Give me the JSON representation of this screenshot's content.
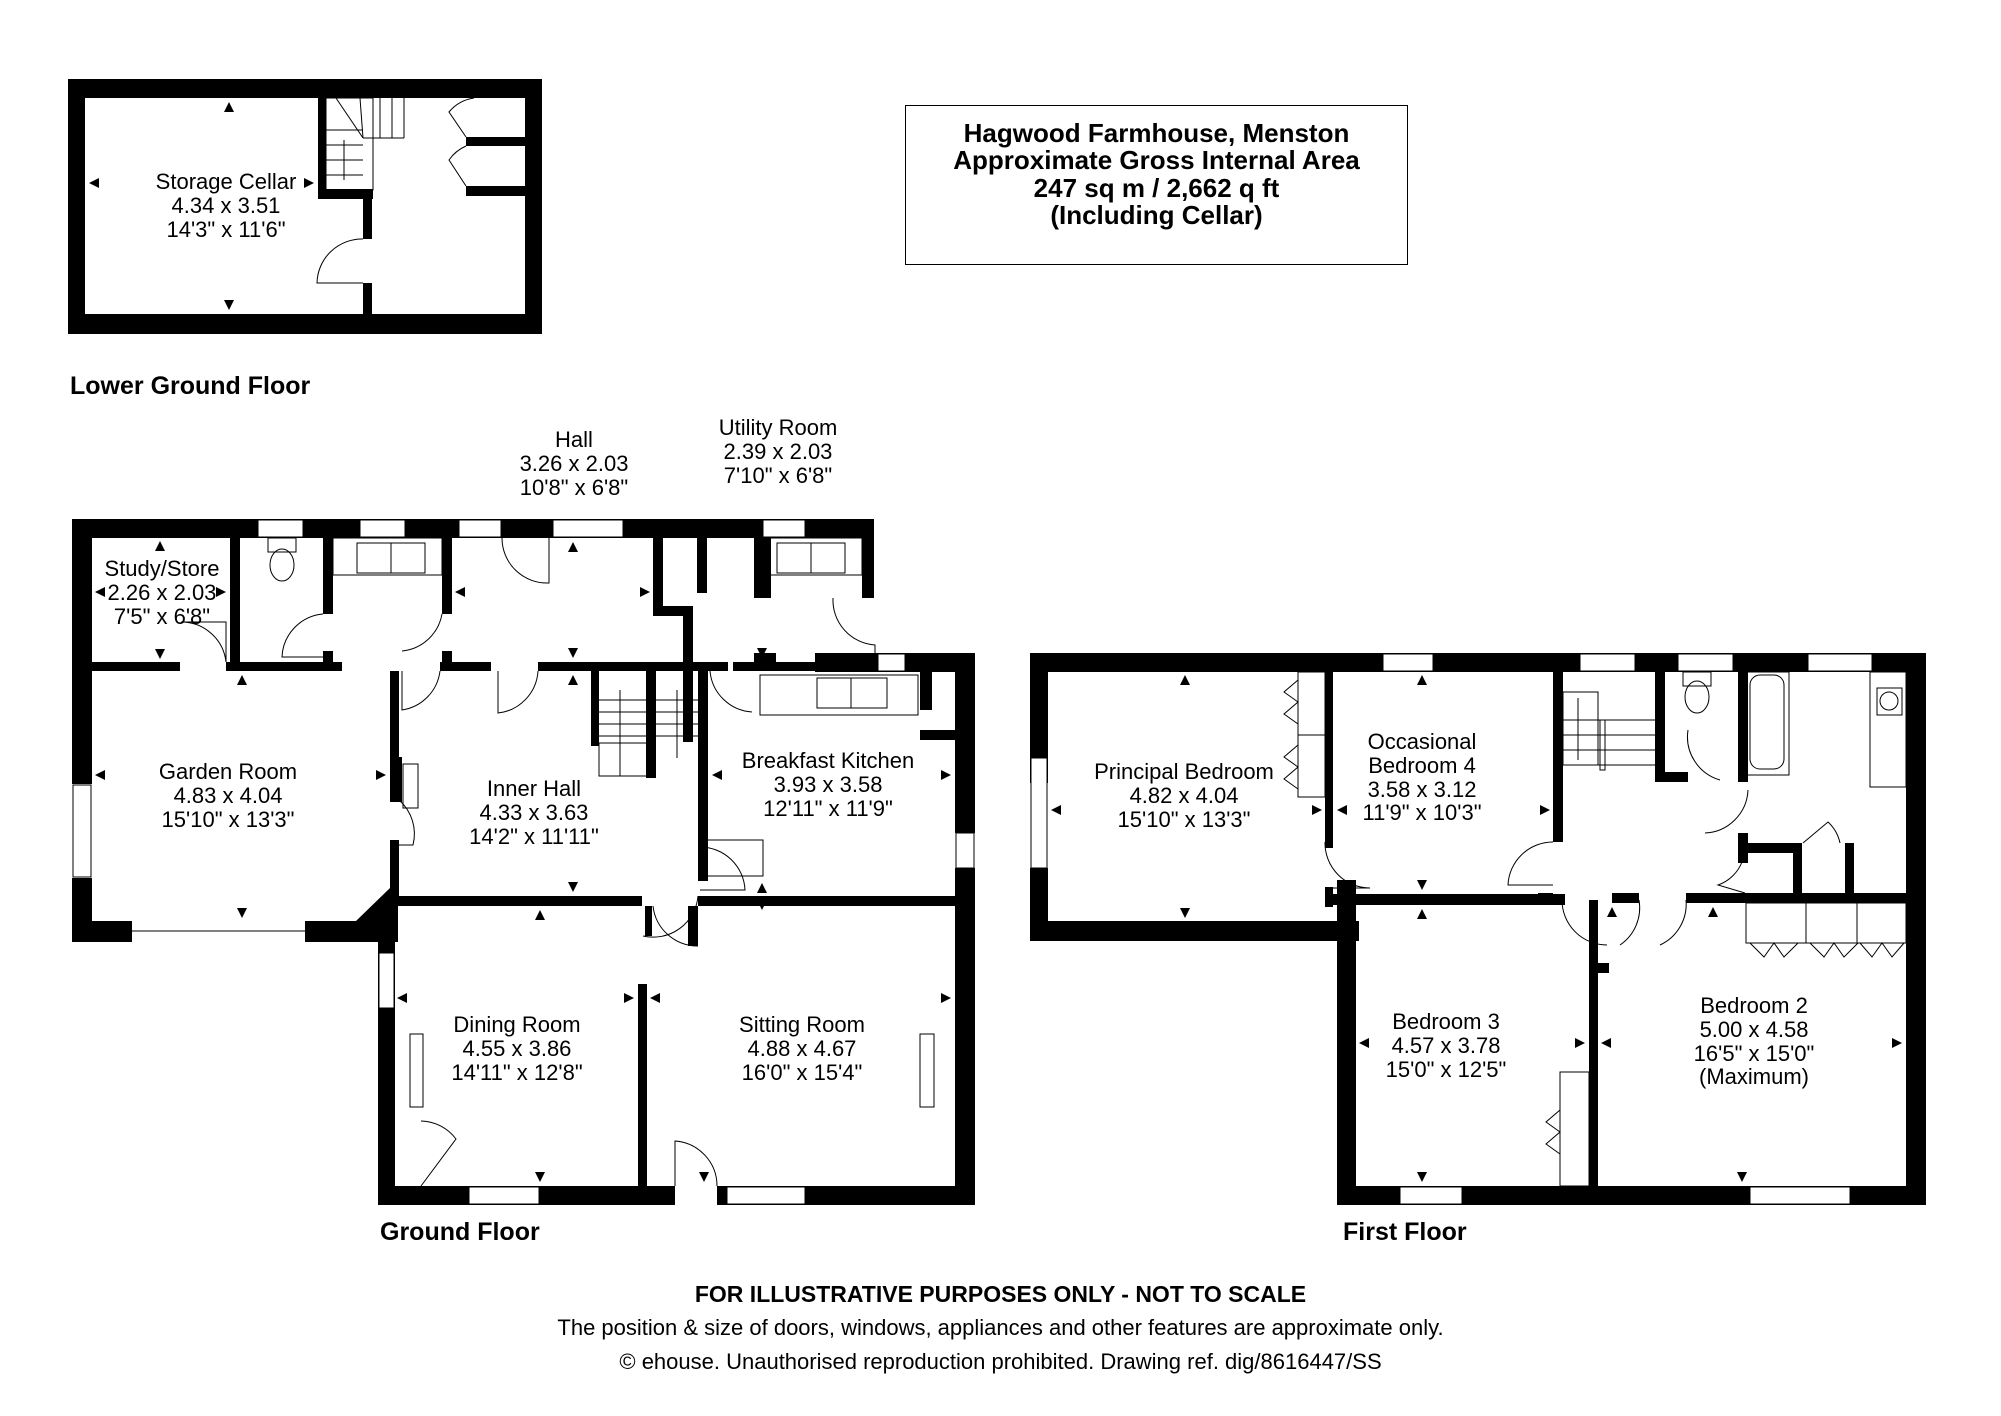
{
  "info": {
    "title": "Hagwood Farmhouse, Menston",
    "subtitle": "Approximate Gross Internal Area",
    "area": "247 sq m / 2,662 q ft",
    "note": "(Including Cellar)"
  },
  "floors": {
    "lower_ground": "Lower Ground Floor",
    "ground": "Ground Floor",
    "first": "First Floor"
  },
  "rooms": {
    "storage_cellar": {
      "name": "Storage Cellar",
      "metric": "4.34 x 3.51",
      "imperial": "14'3\" x 11'6\""
    },
    "study_store": {
      "name": "Study/Store",
      "metric": "2.26 x 2.03",
      "imperial": "7'5\" x 6'8\""
    },
    "hall": {
      "name": "Hall",
      "metric": "3.26 x 2.03",
      "imperial": "10'8\" x 6'8\""
    },
    "utility_room": {
      "name": "Utility Room",
      "metric": "2.39 x 2.03",
      "imperial": "7'10\" x 6'8\""
    },
    "garden_room": {
      "name": "Garden Room",
      "metric": "4.83 x 4.04",
      "imperial": "15'10\" x 13'3\""
    },
    "inner_hall": {
      "name": "Inner Hall",
      "metric": "4.33 x 3.63",
      "imperial": "14'2\" x 11'11\""
    },
    "breakfast_kitchen": {
      "name": "Breakfast Kitchen",
      "metric": "3.93 x 3.58",
      "imperial": "12'11\" x 11'9\""
    },
    "dining_room": {
      "name": "Dining Room",
      "metric": "4.55 x 3.86",
      "imperial": "14'11\" x 12'8\""
    },
    "sitting_room": {
      "name": "Sitting Room",
      "metric": "4.88 x 4.67",
      "imperial": "16'0\" x 15'4\""
    },
    "principal_bedroom": {
      "name": "Principal Bedroom",
      "metric": "4.82 x 4.04",
      "imperial": "15'10\" x 13'3\""
    },
    "occasional_bedroom_4": {
      "name": "Occasional",
      "name2": "Bedroom 4",
      "metric": "3.58 x 3.12",
      "imperial": "11'9\" x 10'3\""
    },
    "bedroom_3": {
      "name": "Bedroom 3",
      "metric": "4.57 x 3.78",
      "imperial": "15'0\" x 12'5\""
    },
    "bedroom_2": {
      "name": "Bedroom 2",
      "metric": "5.00 x 4.58",
      "imperial": "16'5\" x 15'0\"",
      "note": "(Maximum)"
    }
  },
  "footer": {
    "disclaimer": "FOR ILLUSTRATIVE PURPOSES ONLY - NOT TO SCALE",
    "approx_note": "The position & size of doors, windows, appliances and other features are approximate only.",
    "copyright": "© ehouse. Unauthorised reproduction prohibited. Drawing ref. dig/8616447/SS"
  },
  "colors": {
    "wall": "#000000",
    "background": "#ffffff"
  }
}
